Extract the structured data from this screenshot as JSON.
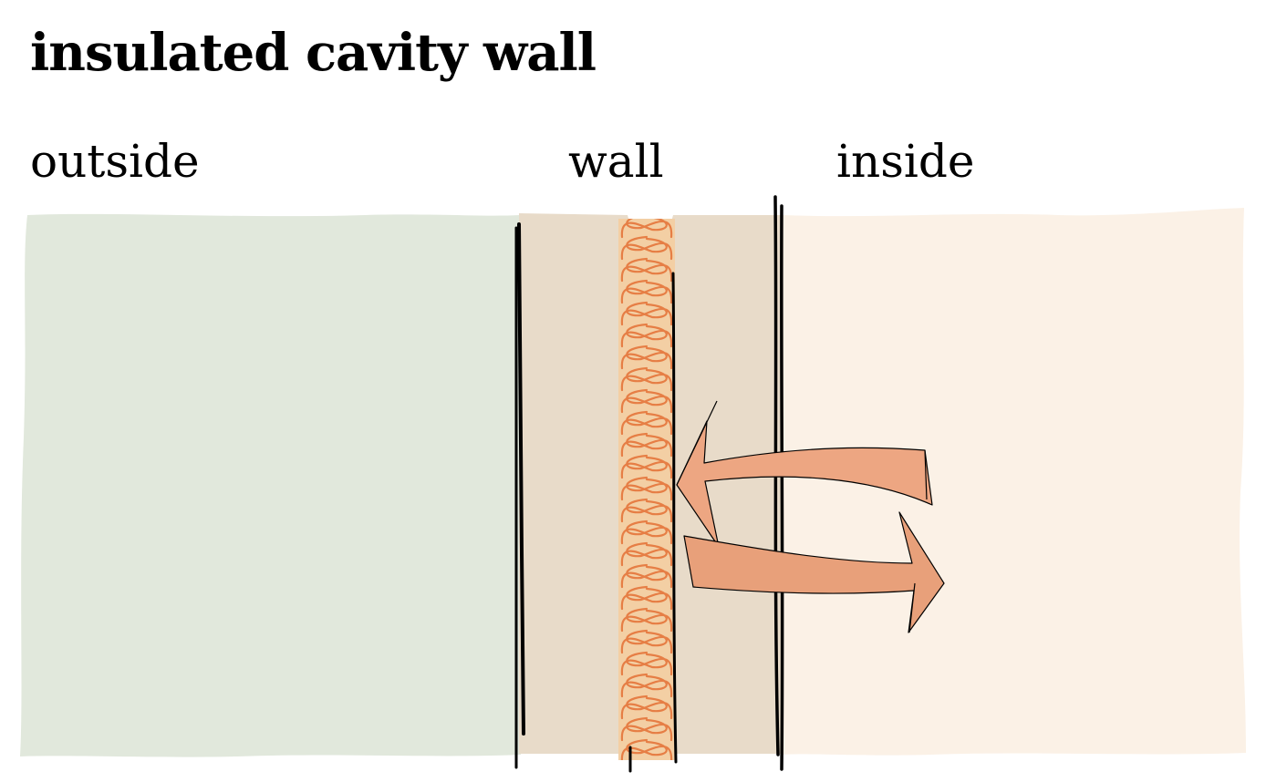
{
  "title": "insulated cavity  wall",
  "labels": {
    "outside": "outside",
    "wall": "wall",
    "inside": "inside"
  },
  "colors": {
    "outside_fill": "#e1e8dc",
    "wall_fill": "#e8dbc9",
    "inside_fill": "#fbf1e6",
    "insulation_fill": "#f3cfa4",
    "insulation_stroke": "#e67e45",
    "arrow_fill": "#eda682",
    "ink": "#000000"
  }
}
